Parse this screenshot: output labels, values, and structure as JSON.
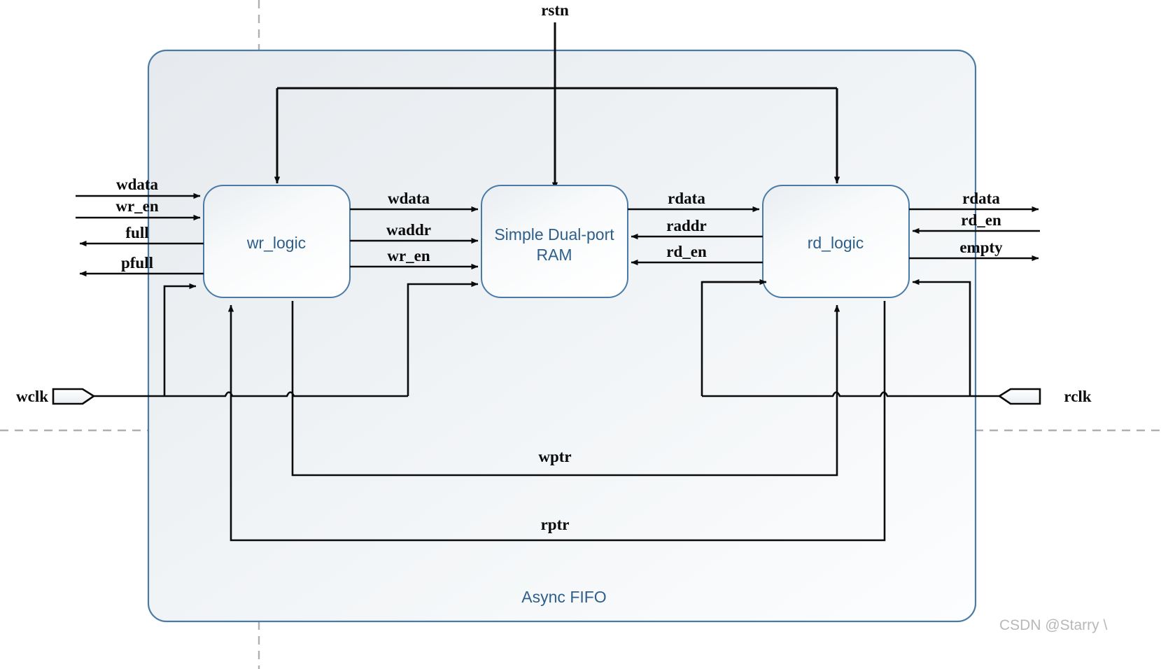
{
  "diagram": {
    "title": "Async FIFO",
    "watermark": "CSDN @Starry \\",
    "blocks": [
      {
        "id": "wr_logic",
        "label": "wr_logic"
      },
      {
        "id": "ram",
        "label_line1": "Simple Dual-port",
        "label_line2": "RAM"
      },
      {
        "id": "rd_logic",
        "label": "rd_logic"
      }
    ],
    "top_signal": "rstn",
    "clocks": {
      "write": "wclk",
      "read": "rclk"
    },
    "left_ports": [
      {
        "name": "wdata",
        "direction": "in"
      },
      {
        "name": "wr_en",
        "direction": "in"
      },
      {
        "name": "full",
        "direction": "out"
      },
      {
        "name": "pfull",
        "direction": "out"
      }
    ],
    "right_ports": [
      {
        "name": "rdata",
        "direction": "out"
      },
      {
        "name": "rd_en",
        "direction": "in"
      },
      {
        "name": "empty",
        "direction": "out"
      }
    ],
    "wr_to_ram": [
      {
        "name": "wdata",
        "direction": "to-ram"
      },
      {
        "name": "waddr",
        "direction": "to-ram"
      },
      {
        "name": "wr_en",
        "direction": "to-ram"
      }
    ],
    "ram_to_rd": [
      {
        "name": "rdata",
        "direction": "to-rd"
      },
      {
        "name": "raddr",
        "direction": "to-ram"
      },
      {
        "name": "rd_en",
        "direction": "to-ram"
      }
    ],
    "pointers": [
      {
        "name": "wptr"
      },
      {
        "name": "rptr"
      }
    ],
    "colors": {
      "block_stroke": "#4a7ba7",
      "block_label": "#2e5f8a",
      "wire": "#0a0a0a",
      "dashed_divider": "#b0b0b0",
      "watermark": "#b8b8b8",
      "fifo_fill_start": "#e8ecef",
      "fifo_fill_end": "#fbfcfd"
    }
  }
}
